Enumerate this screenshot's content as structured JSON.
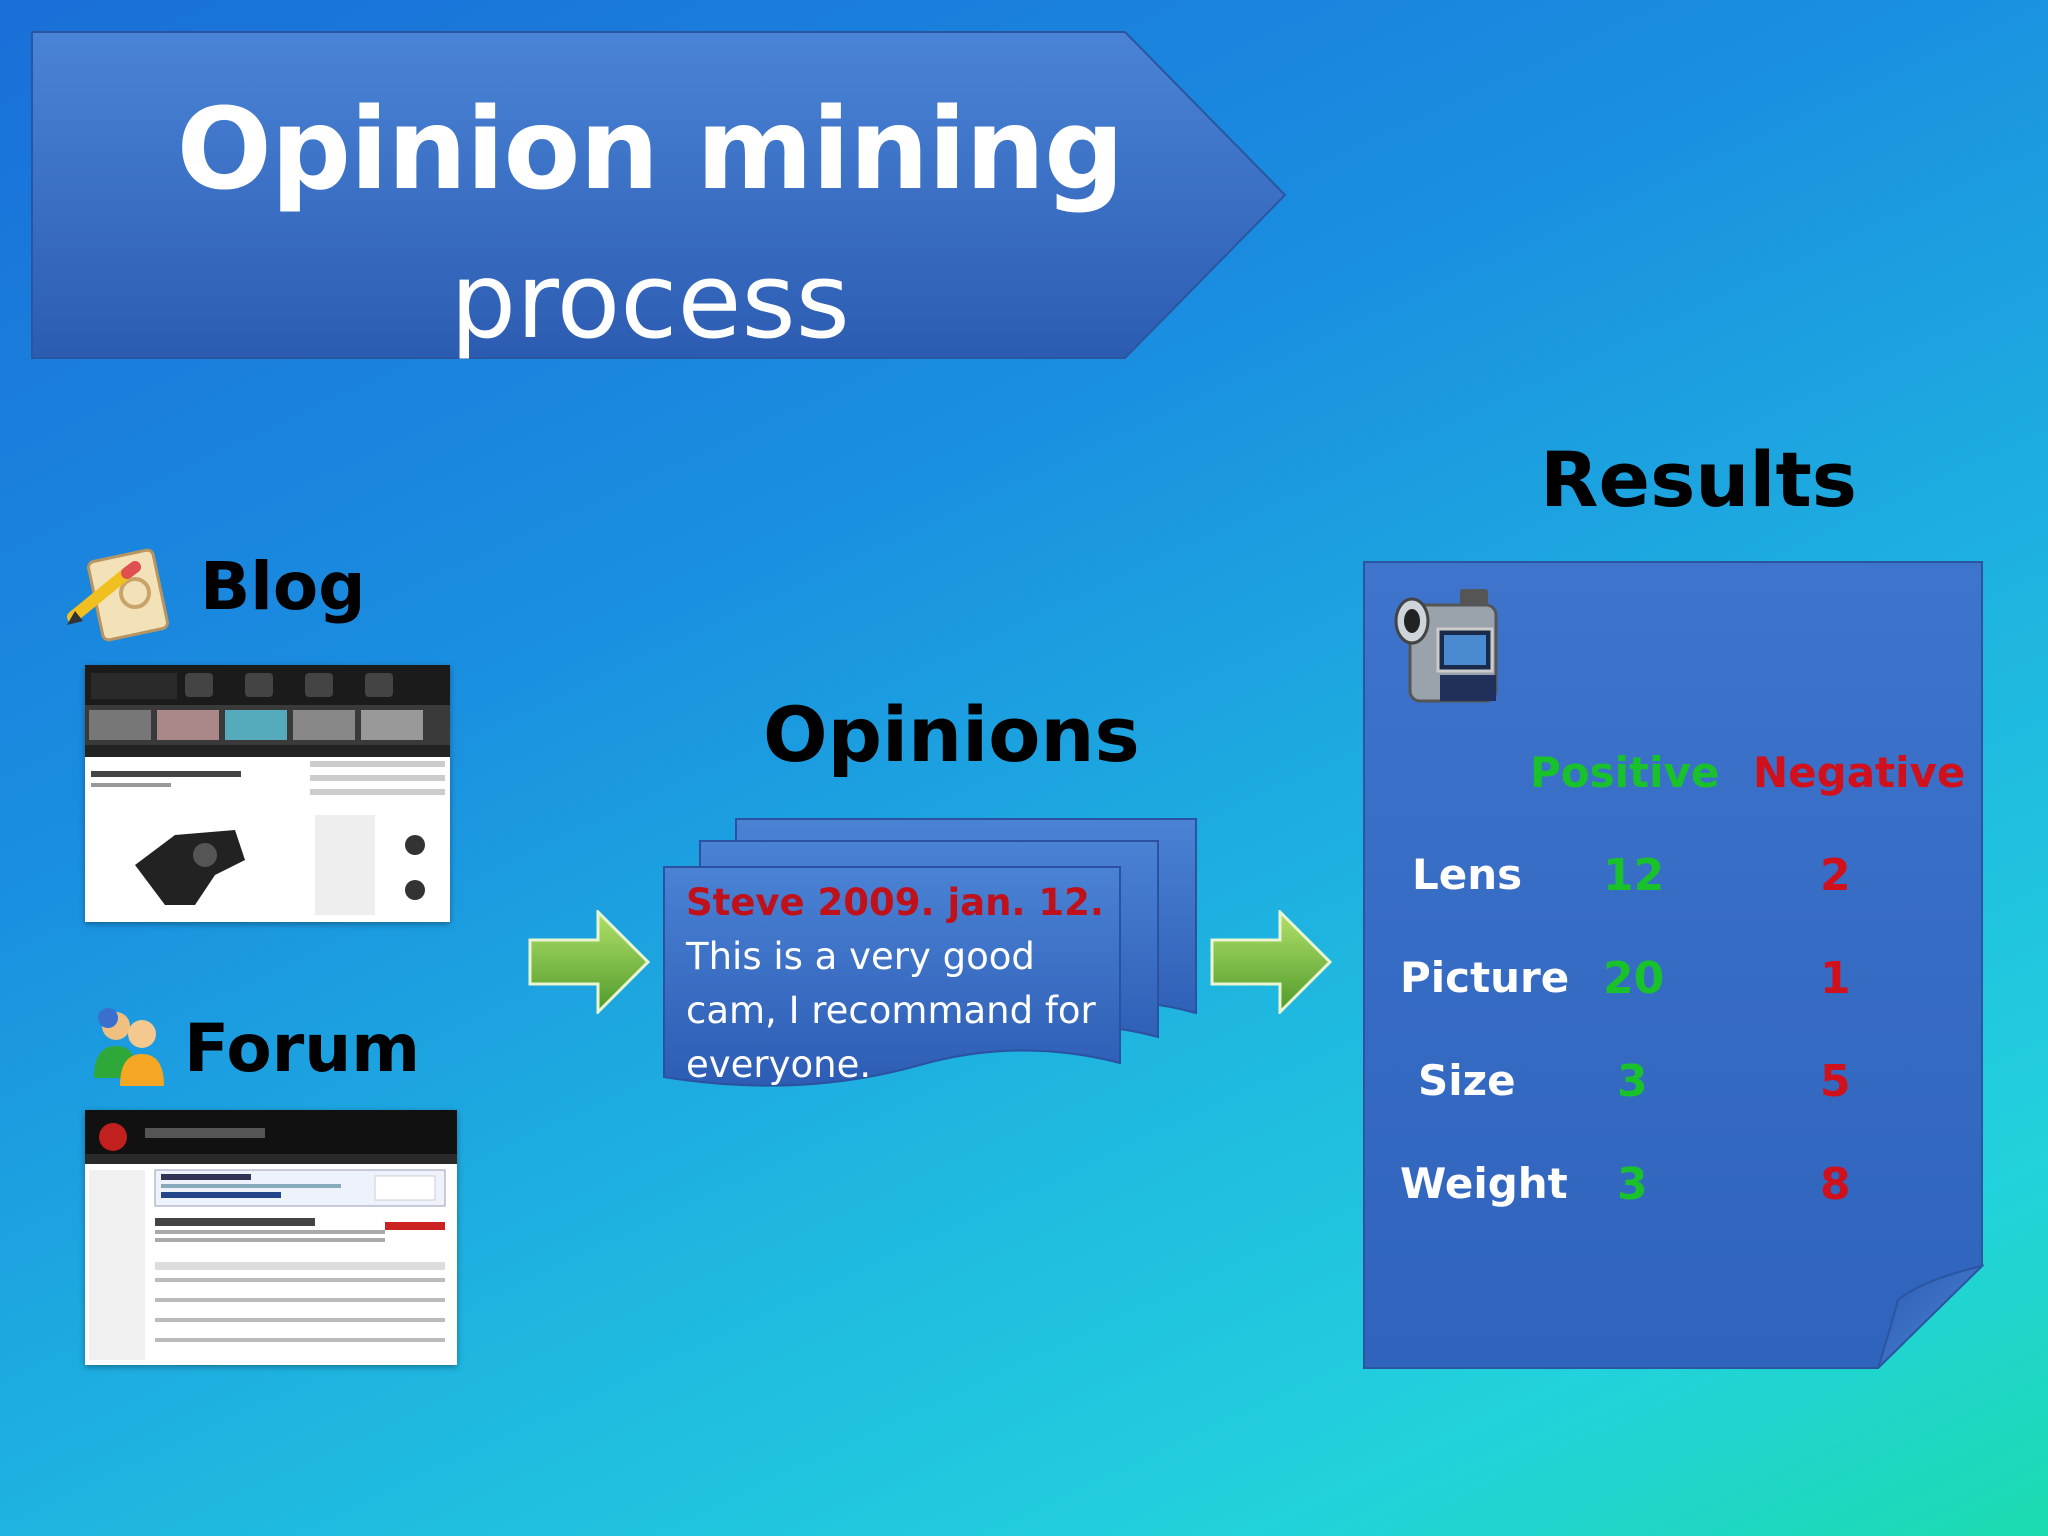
{
  "title": {
    "line1": "Opinion mining",
    "line2": "process"
  },
  "sources": {
    "blog_label": "Blog",
    "forum_label": "Forum"
  },
  "opinions": {
    "heading": "Opinions",
    "author": "Steve 2009. jan. 12.",
    "body": "This is a very good cam, I recommand for everyone."
  },
  "results": {
    "heading": "Results",
    "columns": [
      "Positive",
      "Negative"
    ],
    "rows": [
      {
        "label": "Lens",
        "positive": "12",
        "negative": "2"
      },
      {
        "label": "Picture",
        "positive": "20",
        "negative": "1"
      },
      {
        "label": "Size",
        "positive": "3",
        "negative": "5"
      },
      {
        "label": "Weight",
        "positive": "3",
        "negative": "8"
      }
    ]
  },
  "colors": {
    "positive": "#19c22b",
    "negative": "#d0101a",
    "panel": "#3a6fc8",
    "arrow": "#7ac142"
  },
  "icons": [
    "pencil-notepad-icon",
    "people-icon",
    "camcorder-icon",
    "right-arrow-icon"
  ]
}
